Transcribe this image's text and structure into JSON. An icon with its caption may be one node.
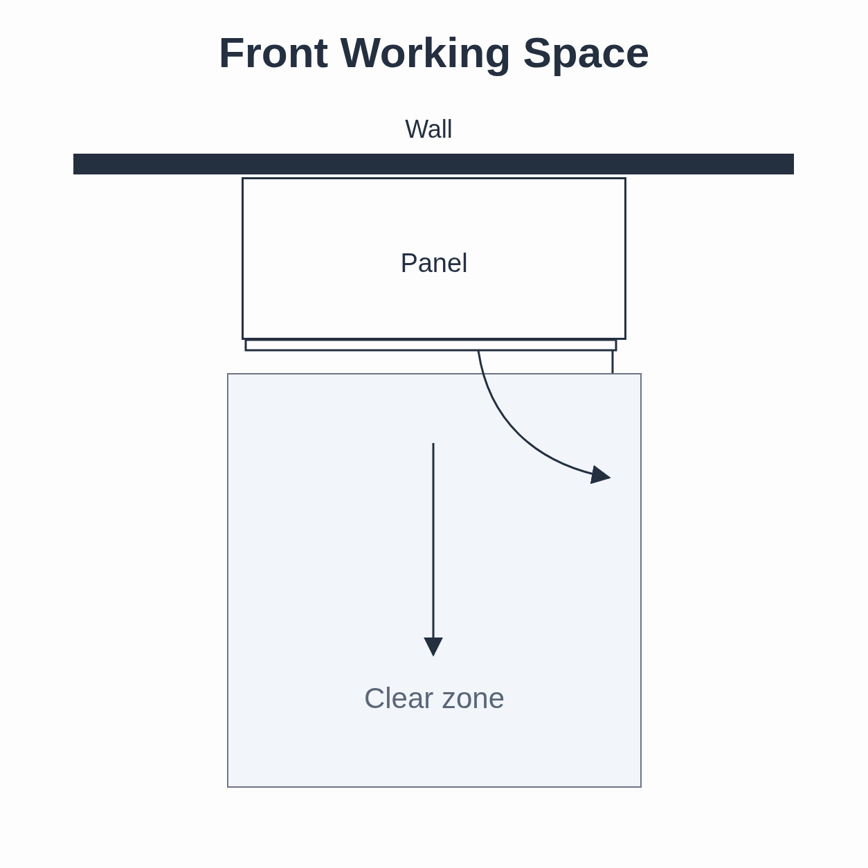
{
  "diagram": {
    "title": "Front Working Space",
    "nodes": [
      {
        "text": [
          "Wall"
        ]
      },
      {
        "text": [
          "Panel"
        ]
      },
      {
        "text": [
          "Clear zone"
        ]
      }
    ],
    "edges": [
      {
        "from": 1,
        "to": 2,
        "arrow": "to"
      }
    ]
  }
}
